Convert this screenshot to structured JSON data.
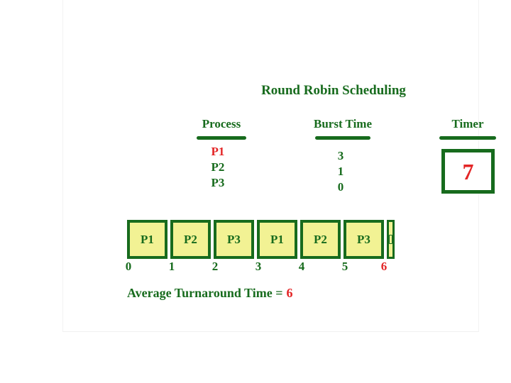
{
  "title": "Round Robin Scheduling",
  "process_table": {
    "header": "Process",
    "rows": [
      "P1",
      "P2",
      "P3"
    ],
    "highlighted_row": "P1"
  },
  "burst_table": {
    "header": "Burst Time",
    "values": [
      "3",
      "1",
      "0"
    ]
  },
  "timer": {
    "header": "Timer",
    "value": "7"
  },
  "gantt": {
    "blocks": [
      "P1",
      "P2",
      "P3",
      "P1",
      "P2",
      "P3"
    ],
    "ticks": [
      "0",
      "1",
      "2",
      "3",
      "4",
      "5",
      "6"
    ],
    "highlighted_tick": "6"
  },
  "summary": {
    "label": "Average Turnaround Time =",
    "value": "6"
  },
  "colors": {
    "green": "#176b1d",
    "red": "#e32526",
    "block_fill": "#f2f294"
  }
}
